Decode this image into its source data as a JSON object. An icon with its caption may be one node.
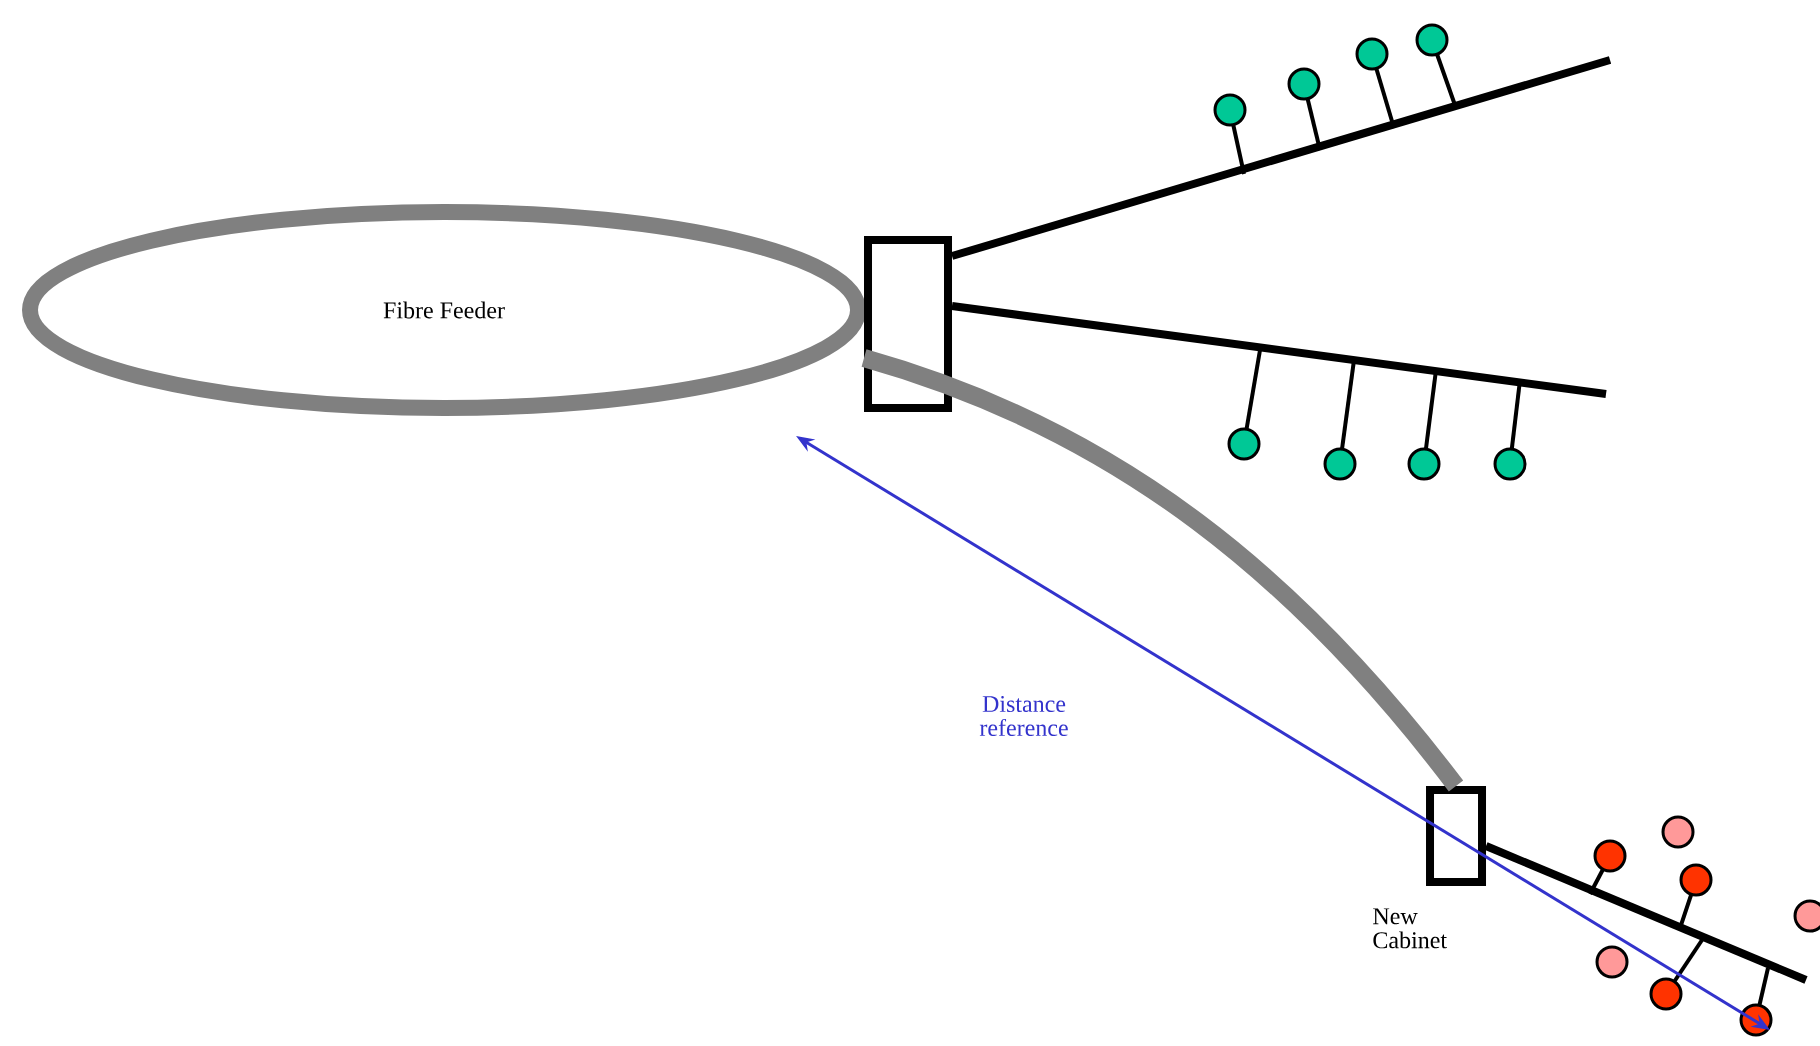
{
  "diagram": {
    "nodes": [
      {
        "text": [
          "Fibre Feeder"
        ]
      },
      {
        "text": [],
        "shape": "box"
      },
      {
        "text": [],
        "shape": "box",
        "beside": [
          "New Cabinet"
        ]
      }
    ],
    "edges": [
      {
        "from": 1,
        "to": 2,
        "arrow": "none",
        "style": "thick",
        "color": "#808080"
      },
      {
        "from": 1,
        "to": null,
        "arrow": "none"
      },
      {
        "from": 1,
        "to": null,
        "arrow": "none"
      },
      {
        "from": 2,
        "to": null,
        "arrow": "none"
      }
    ],
    "labels": [
      "Distance reference"
    ]
  }
}
